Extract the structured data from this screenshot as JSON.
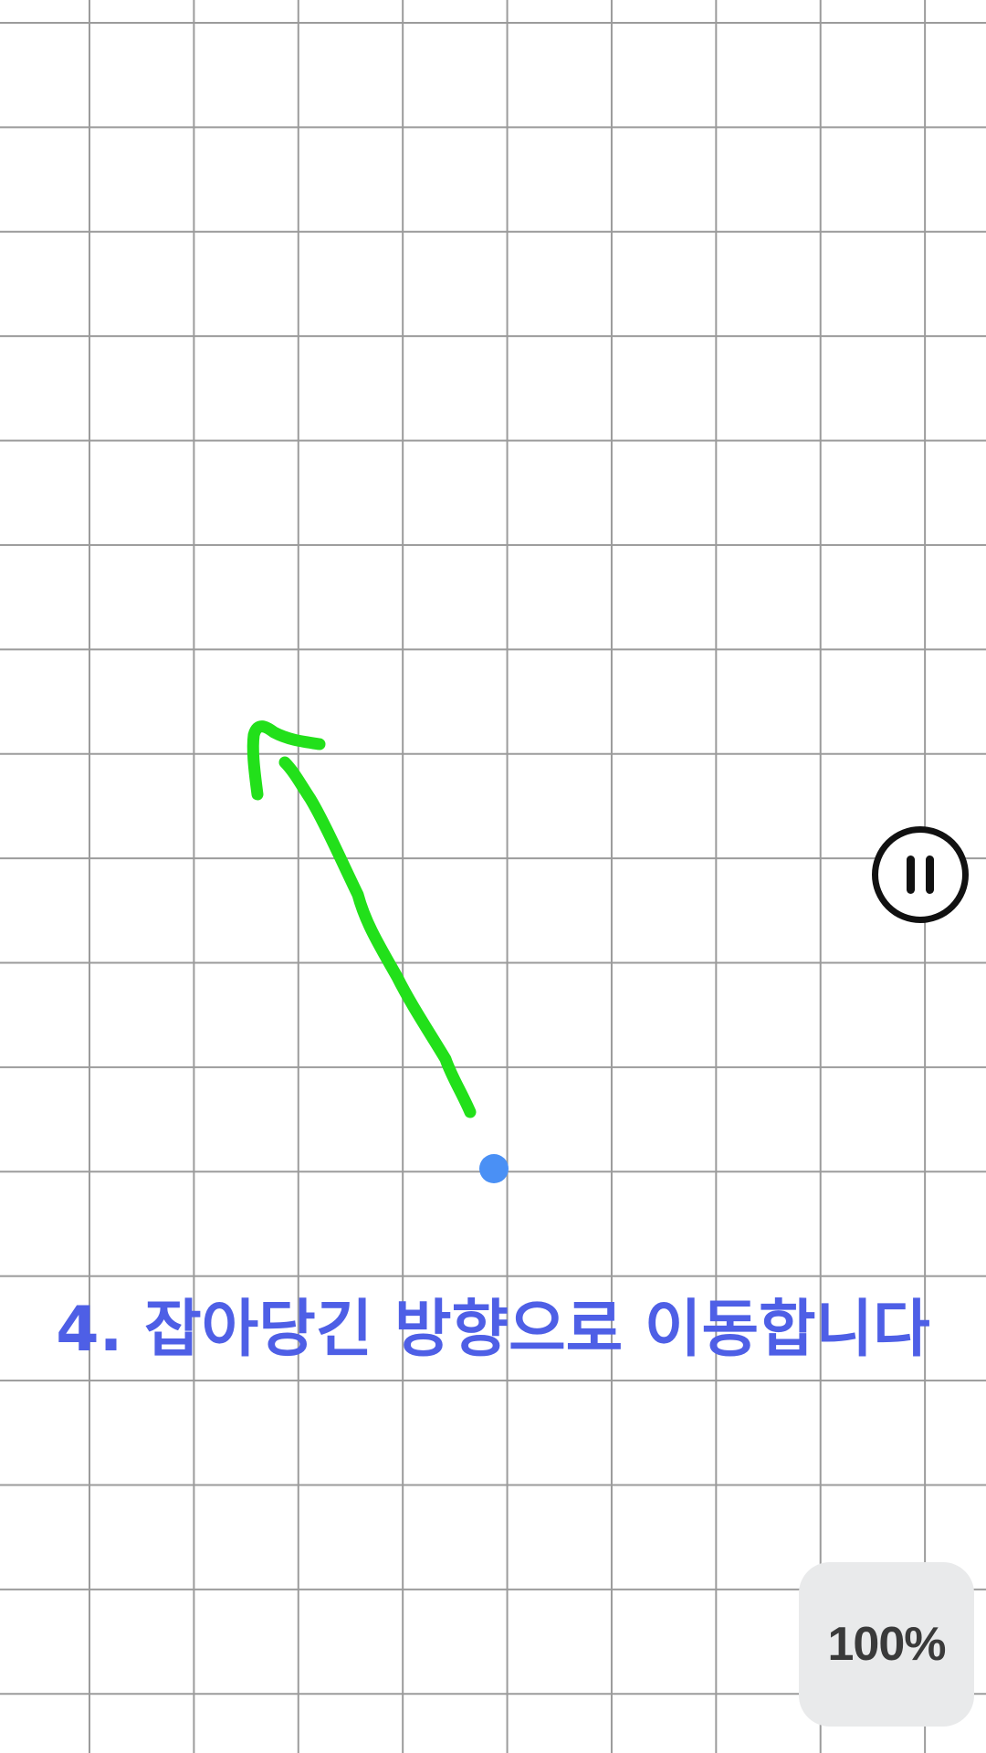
{
  "instruction": {
    "text": "4. 잡아당긴 방향으로 이동합니다",
    "color": "#4e5fe6"
  },
  "zoom": {
    "label": "100%"
  },
  "icons": {
    "pause": "pause-icon",
    "player": "player-dot",
    "drag_arrow": "arrow-up-left-icon"
  },
  "colors": {
    "background": "#ffffff",
    "grid_line": "#8a8a8a",
    "drag_stroke": "#22e01a",
    "player": "#4a90f5",
    "pause": "#111111",
    "zoom_badge": "#e9eaeb"
  }
}
